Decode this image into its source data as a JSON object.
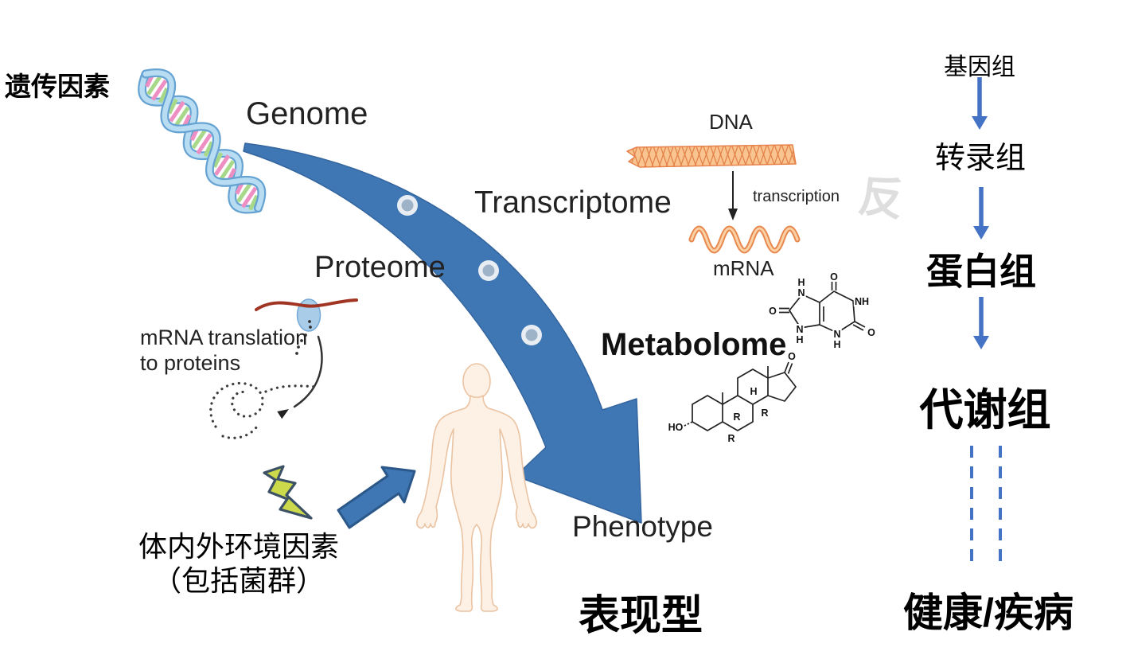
{
  "labels": {
    "genetic_factors": "遗传因素",
    "genome": "Genome",
    "transcriptome": "Transcriptome",
    "proteome": "Proteome",
    "mrna_translation": "mRNA translation\nto proteins",
    "dna": "DNA",
    "transcription": "transcription",
    "mrna": "mRNA",
    "metabolome": "Metabolome",
    "phenotype": "Phenotype",
    "phenotype_cn": "表现型",
    "env_factors": "体内外环境因素\n（包括菌群）",
    "watermark": "反"
  },
  "right_column": {
    "items": [
      {
        "label": "基因组"
      },
      {
        "label": "转录组"
      },
      {
        "label": "蛋白组"
      },
      {
        "label": "代谢组"
      },
      {
        "label": "健康/疾病"
      }
    ]
  },
  "colors": {
    "arrow_blue": "#3f76b4",
    "arrow_outline": "#2b5889",
    "flow_blue": "#4472c4",
    "orange": "#e8834e",
    "orange_light": "#f9c490",
    "helix_outline": "#66a3d2",
    "helix_fill": "#b8ddf3",
    "rung_pink": "#ee8fc3",
    "rung_green": "#a8d98a",
    "body_fill": "#fdf0e4",
    "body_outline": "#eac3a2",
    "lightning_fill": "#ccd94a",
    "lightning_outline": "#3c5166",
    "red_strand": "#a03524",
    "ribosome_fill": "#a9cde9",
    "watermark": "#dedede"
  }
}
